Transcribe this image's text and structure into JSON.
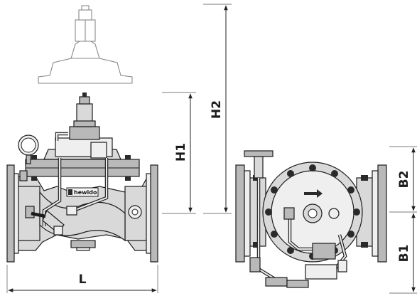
{
  "figure": {
    "brand_label": "hewido",
    "dimensions": {
      "L": "L",
      "H1": "H1",
      "H2": "H2",
      "B1": "B1",
      "B2": "B2"
    }
  },
  "colors": {
    "line": "#1c1c1c",
    "body": "#d9d9d9",
    "ghost": "#8a8a8a"
  }
}
